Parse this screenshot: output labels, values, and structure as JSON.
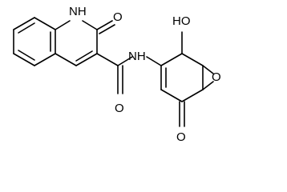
{
  "diagram": {
    "atom_labels": {
      "nh_ring": "NH",
      "n_h": "H",
      "o_ring_carbonyl": "O",
      "nh_amide": "NH",
      "o_amide": "O",
      "oh": "HO",
      "o_epoxide": "O",
      "o_ketone": "O"
    }
  }
}
